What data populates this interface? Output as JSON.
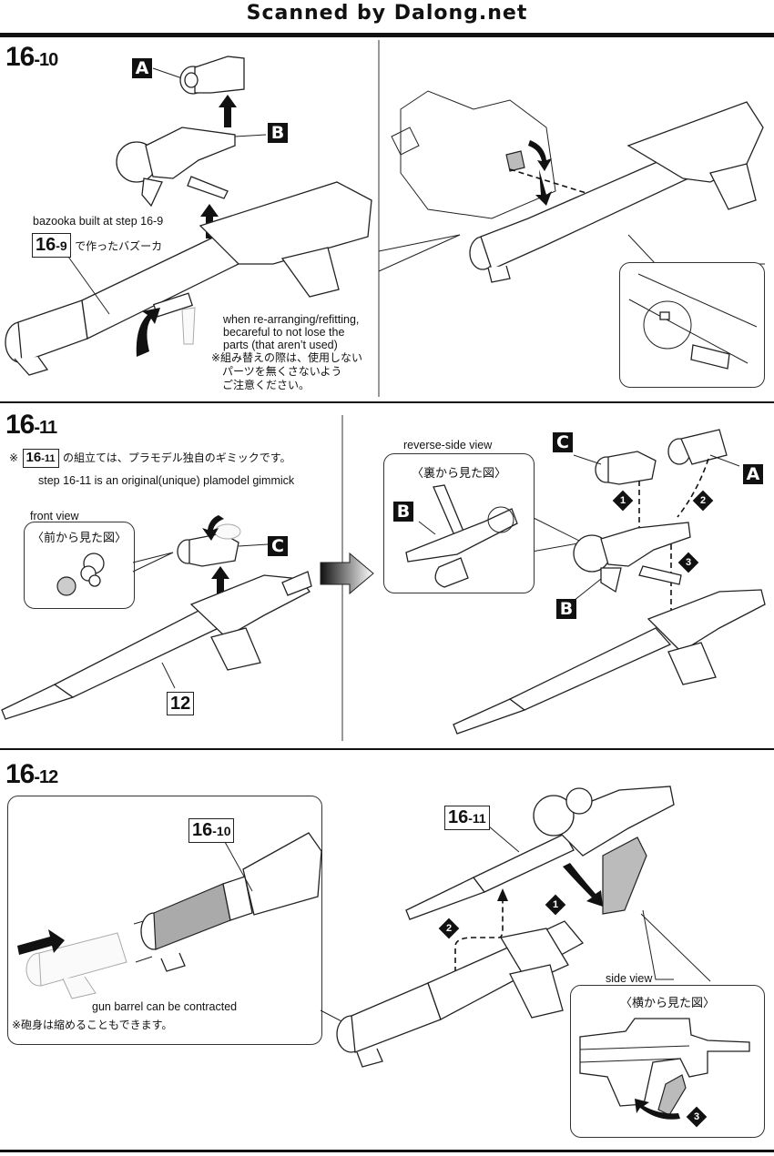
{
  "watermark": "Scanned by Dalong.net",
  "step_16_10": {
    "title_main": "16",
    "title_sub": "-10",
    "parts": {
      "a": "A",
      "b": "B"
    },
    "ref_label_main": "16",
    "ref_label_sub": "-9",
    "ref_caption_en": "bazooka built at step 16-9",
    "ref_caption_jp": "で作ったバズーカ",
    "caution_en": [
      "when re-arranging/refitting,",
      "becareful to not lose the",
      "parts (that aren’t used)"
    ],
    "caution_jp": [
      "※組み替えの際は、使用しない",
      "パーツを無くさないよう",
      "ご注意ください。"
    ]
  },
  "step_16_11": {
    "title_main": "16",
    "title_sub": "-11",
    "note_prefix": "※",
    "note_label_main": "16",
    "note_label_sub": "-11",
    "note_jp": "の組立ては、プラモデル独自のギミックです。",
    "note_en": "step 16-11 is an original(unique) plamodel gimmick",
    "front_view_en": "front view",
    "front_view_jp": "〈前から見た図〉",
    "reverse_view_en": "reverse-side view",
    "reverse_view_jp": "〈裏から見た図〉",
    "part_label_12": "12",
    "parts": {
      "a": "A",
      "b": "B",
      "c": "C"
    },
    "sequence": [
      "1",
      "2",
      "3"
    ]
  },
  "step_16_12": {
    "title_main": "16",
    "title_sub": "-12",
    "ref_a_main": "16",
    "ref_a_sub": "-10",
    "ref_b_main": "16",
    "ref_b_sub": "-11",
    "barrel_note_en": "gun barrel can be contracted",
    "barrel_note_jp": "※砲身は縮めることもできます。",
    "side_view_en": "side view",
    "side_view_jp": "〈横から見た図〉",
    "sequence": [
      "1",
      "2",
      "3"
    ]
  }
}
